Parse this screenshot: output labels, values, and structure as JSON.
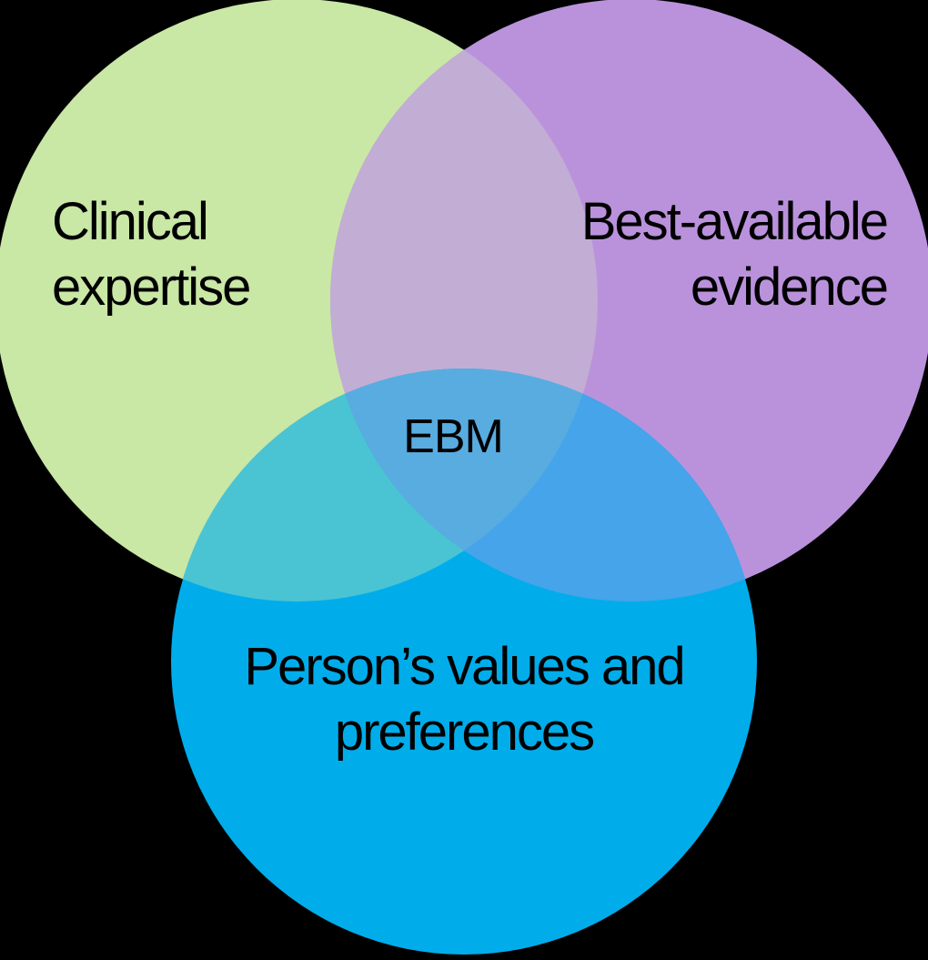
{
  "diagram": {
    "type": "venn",
    "background_color": "#000000",
    "text_color": "#000000",
    "circles": [
      {
        "name": "clinical-expertise",
        "label": "Clinical\nexpertise",
        "color": "#c9e7a5"
      },
      {
        "name": "best-available-evidence",
        "label": "Best-available\nevidence",
        "color": "#ba92dc"
      },
      {
        "name": "persons-values-preferences",
        "label": "Person’s values and\npreferences",
        "color": "#00adea"
      }
    ],
    "overlaps": {
      "clinical_evidence_color": "#c2add5",
      "clinical_values_color": "#4ac4d3",
      "evidence_values_color": "#45a4ea",
      "center_color": "#58ace0",
      "center_label": "EBM"
    }
  }
}
